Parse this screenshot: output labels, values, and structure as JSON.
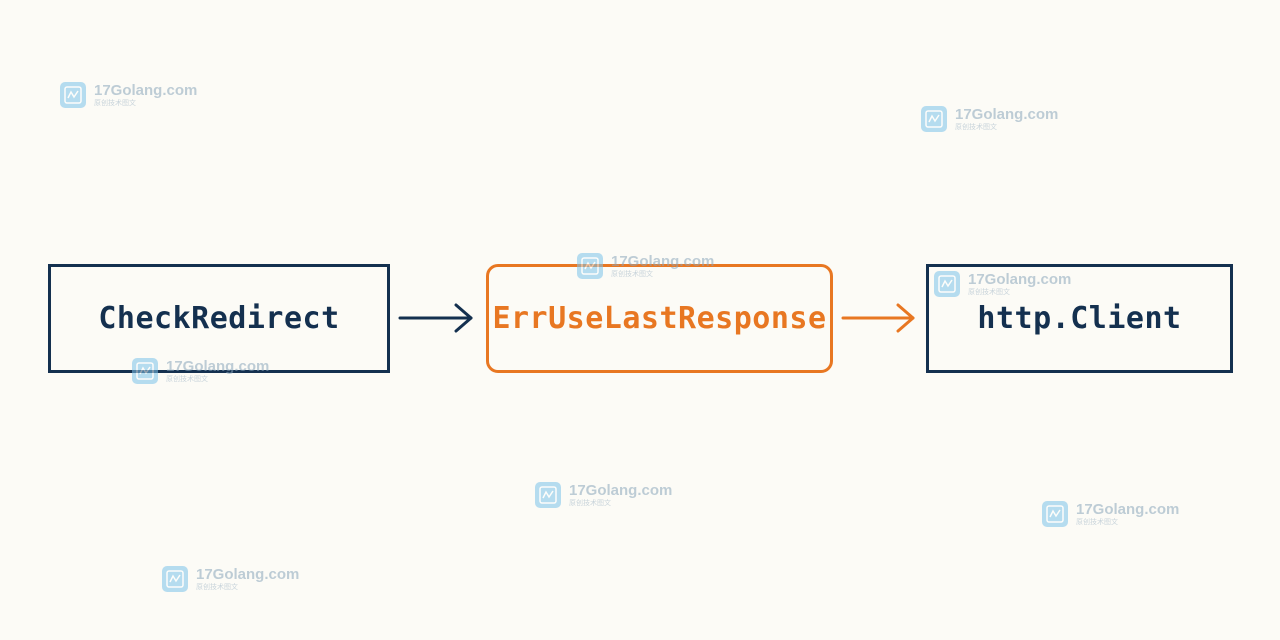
{
  "diagram": {
    "nodes": [
      {
        "id": "check-redirect",
        "label": "CheckRedirect"
      },
      {
        "id": "err-use-last-response",
        "label": "ErrUseLastResponse"
      },
      {
        "id": "http-client",
        "label": "http.Client"
      }
    ],
    "edges": [
      {
        "from": "check-redirect",
        "to": "err-use-last-response"
      },
      {
        "from": "err-use-last-response",
        "to": "http-client"
      }
    ],
    "colors": {
      "background": "#fcfbf6",
      "primary": "#14304f",
      "accent": "#e87722"
    }
  },
  "watermark": {
    "text": "17Golang.com",
    "subtext": "原创技术图文",
    "icon": "watermark-logo-icon"
  }
}
